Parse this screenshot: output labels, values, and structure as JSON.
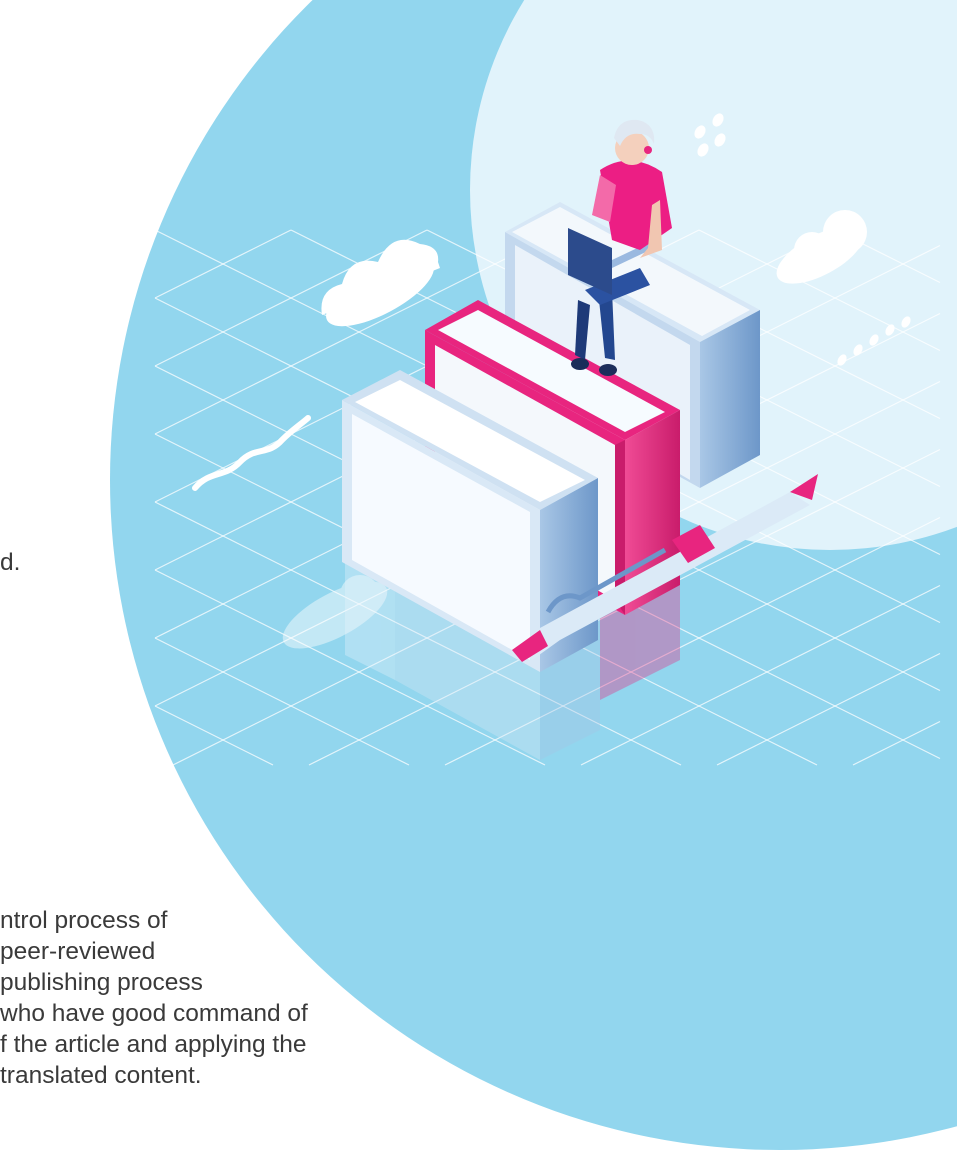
{
  "colors": {
    "circle_blue": "#92d6ee",
    "light_circle": "#e1f3fb",
    "book_pink": "#e8257f",
    "book_white": "#f3f8fc",
    "book_blue": "#7aa8d6",
    "text": "#3a3a3a"
  },
  "text": {
    "fragment": "d.",
    "paragraph_lines": [
      "ntrol process of",
      "peer-reviewed",
      " publishing process",
      "who have good command of",
      "f the article and applying the",
      " translated content."
    ]
  }
}
